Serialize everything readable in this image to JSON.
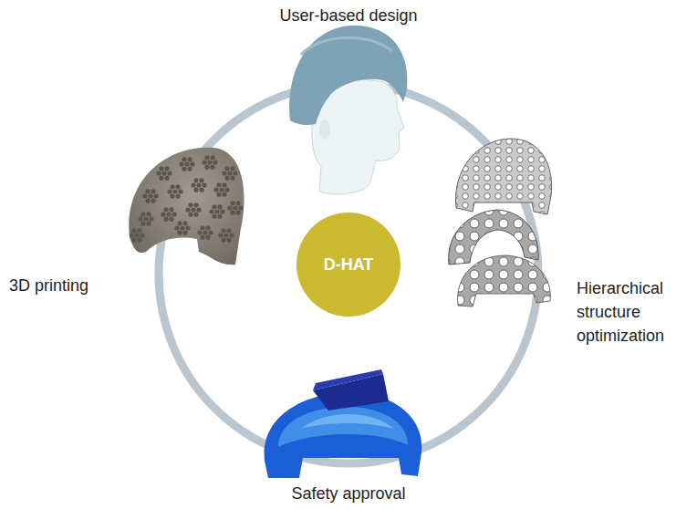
{
  "diagram": {
    "nodes": [
      {
        "text": [
          "D-HAT"
        ]
      }
    ],
    "labels": [
      "User-based design",
      "3D printing",
      "Hierarchical structure optimization",
      "Safety approval"
    ]
  }
}
